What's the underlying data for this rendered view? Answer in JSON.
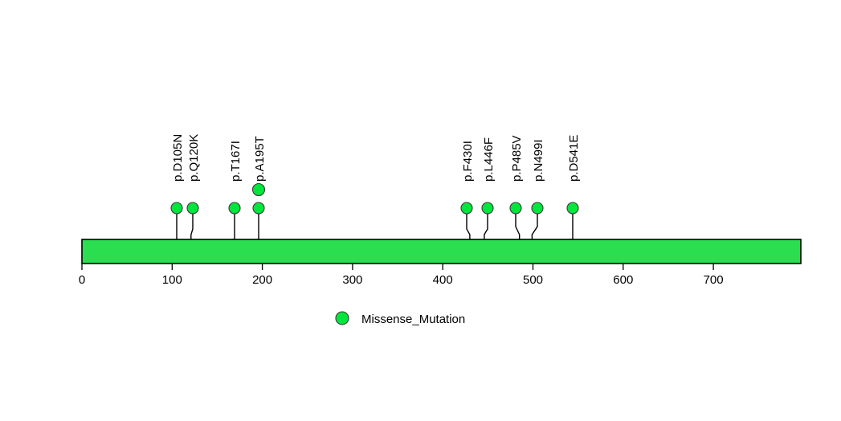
{
  "chart_data": {
    "type": "scatter",
    "chart_subtype": "lollipop-mutation-diagram",
    "title": "",
    "xlabel": "",
    "ylabel": "",
    "xlim": [
      0,
      797
    ],
    "ylim": [
      0,
      2
    ],
    "grid": false,
    "axis_ticks": [
      0,
      100,
      200,
      300,
      400,
      500,
      600,
      700
    ],
    "tick_labels": [
      "0",
      "100",
      "200",
      "300",
      "400",
      "500",
      "600",
      "700"
    ],
    "protein_length": 797,
    "protein_bar": {
      "start": 0,
      "end": 797,
      "color": "#2ADE50",
      "border_color": "#000000"
    },
    "categories": [
      "p.D105N",
      "p.Q120K",
      "p.T167I",
      "p.A195T",
      "p.F430I",
      "p.L446F",
      "p.P485V",
      "p.N499I",
      "p.D541E"
    ],
    "values": [
      1,
      1,
      1,
      2,
      1,
      1,
      1,
      1,
      1
    ],
    "positions": [
      105,
      120,
      167,
      195,
      430,
      446,
      485,
      499,
      541
    ],
    "mutations": [
      {
        "label": "p.D105N",
        "position": 105,
        "count": 1,
        "type": "Missense_Mutation",
        "color": "#00E63C"
      },
      {
        "label": "p.Q120K",
        "position": 120,
        "count": 1,
        "type": "Missense_Mutation",
        "color": "#00E63C"
      },
      {
        "label": "p.T167I",
        "position": 167,
        "count": 1,
        "type": "Missense_Mutation",
        "color": "#00E63C"
      },
      {
        "label": "p.A195T",
        "position": 195,
        "count": 2,
        "type": "Missense_Mutation",
        "color": "#00E63C"
      },
      {
        "label": "p.F430I",
        "position": 430,
        "count": 1,
        "type": "Missense_Mutation",
        "color": "#00E63C"
      },
      {
        "label": "p.L446F",
        "position": 446,
        "count": 1,
        "type": "Missense_Mutation",
        "color": "#00E63C"
      },
      {
        "label": "p.P485V",
        "position": 485,
        "count": 1,
        "type": "Missense_Mutation",
        "color": "#00E63C"
      },
      {
        "label": "p.N499I",
        "position": 499,
        "count": 1,
        "type": "Missense_Mutation",
        "color": "#00E63C"
      },
      {
        "label": "p.D541E",
        "position": 541,
        "count": 1,
        "type": "Missense_Mutation",
        "color": "#00E63C"
      }
    ],
    "legend": {
      "position": "bottom-center",
      "entries": [
        {
          "label": "Missense_Mutation",
          "color": "#00E63C",
          "marker": "circle"
        }
      ]
    }
  },
  "mutation_labels": {
    "m0": "p.D105N",
    "m1": "p.Q120K",
    "m2": "p.T167I",
    "m3": "p.A195T",
    "m4": "p.F430I",
    "m5": "p.L446F",
    "m6": "p.P485V",
    "m7": "p.N499I",
    "m8": "p.D541E"
  },
  "axis": {
    "t0": "0",
    "t1": "100",
    "t2": "200",
    "t3": "300",
    "t4": "400",
    "t5": "500",
    "t6": "600",
    "t7": "700"
  },
  "legend": {
    "entry0": "Missense_Mutation"
  },
  "colors": {
    "marker_green": "#00E63C",
    "bar_green": "#2ADE50",
    "stroke_black": "#000000",
    "background": "#ffffff"
  }
}
